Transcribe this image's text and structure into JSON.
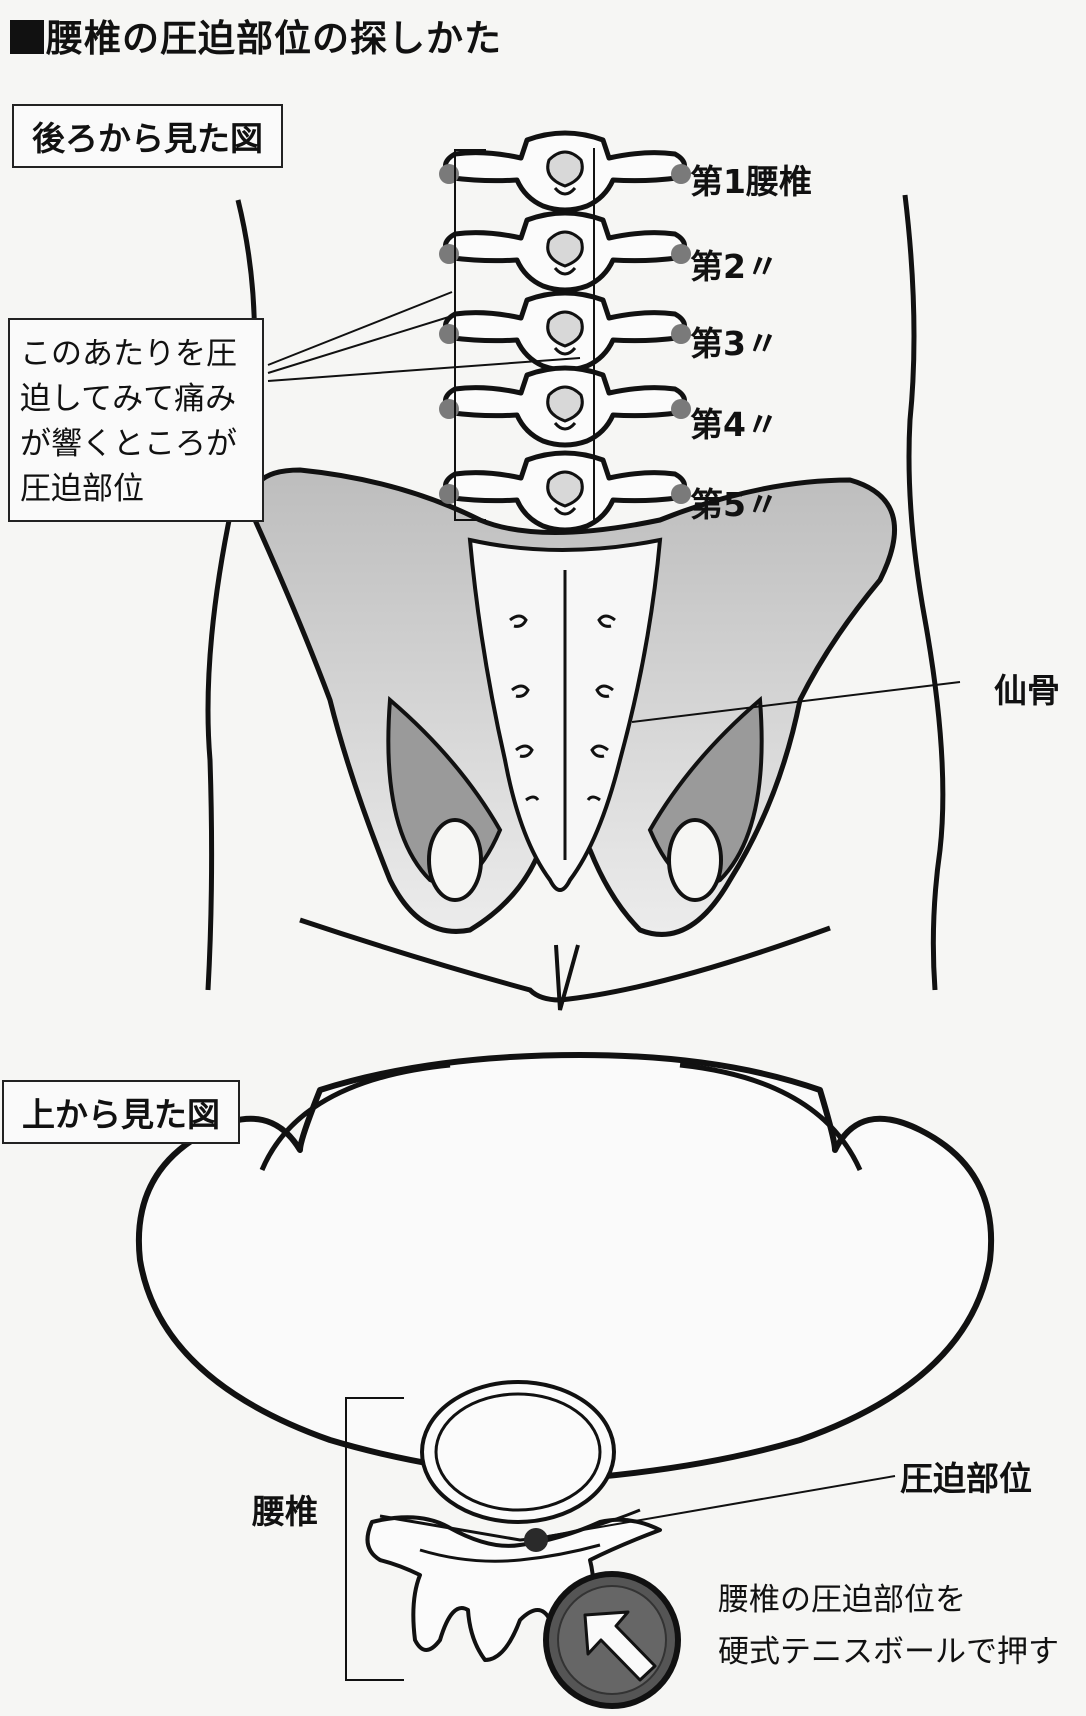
{
  "title": "■腰椎の圧迫部位の探しかた",
  "back_view": {
    "heading": "後ろから見た図",
    "vertebra_labels": [
      "第1腰椎",
      "第2〃",
      "第3〃",
      "第4〃",
      "第5〃"
    ],
    "callout_lines": [
      "このあたりを圧",
      "迫してみて痛み",
      "が響くところが",
      "圧迫部位"
    ],
    "sacrum_label": "仙骨"
  },
  "top_view": {
    "heading": "上から見た図",
    "lumbar_label": "腰椎",
    "pressure_label": "圧迫部位",
    "instruction_lines": [
      "腰椎の圧迫部位を",
      "硬式テニスボールで押す"
    ]
  }
}
